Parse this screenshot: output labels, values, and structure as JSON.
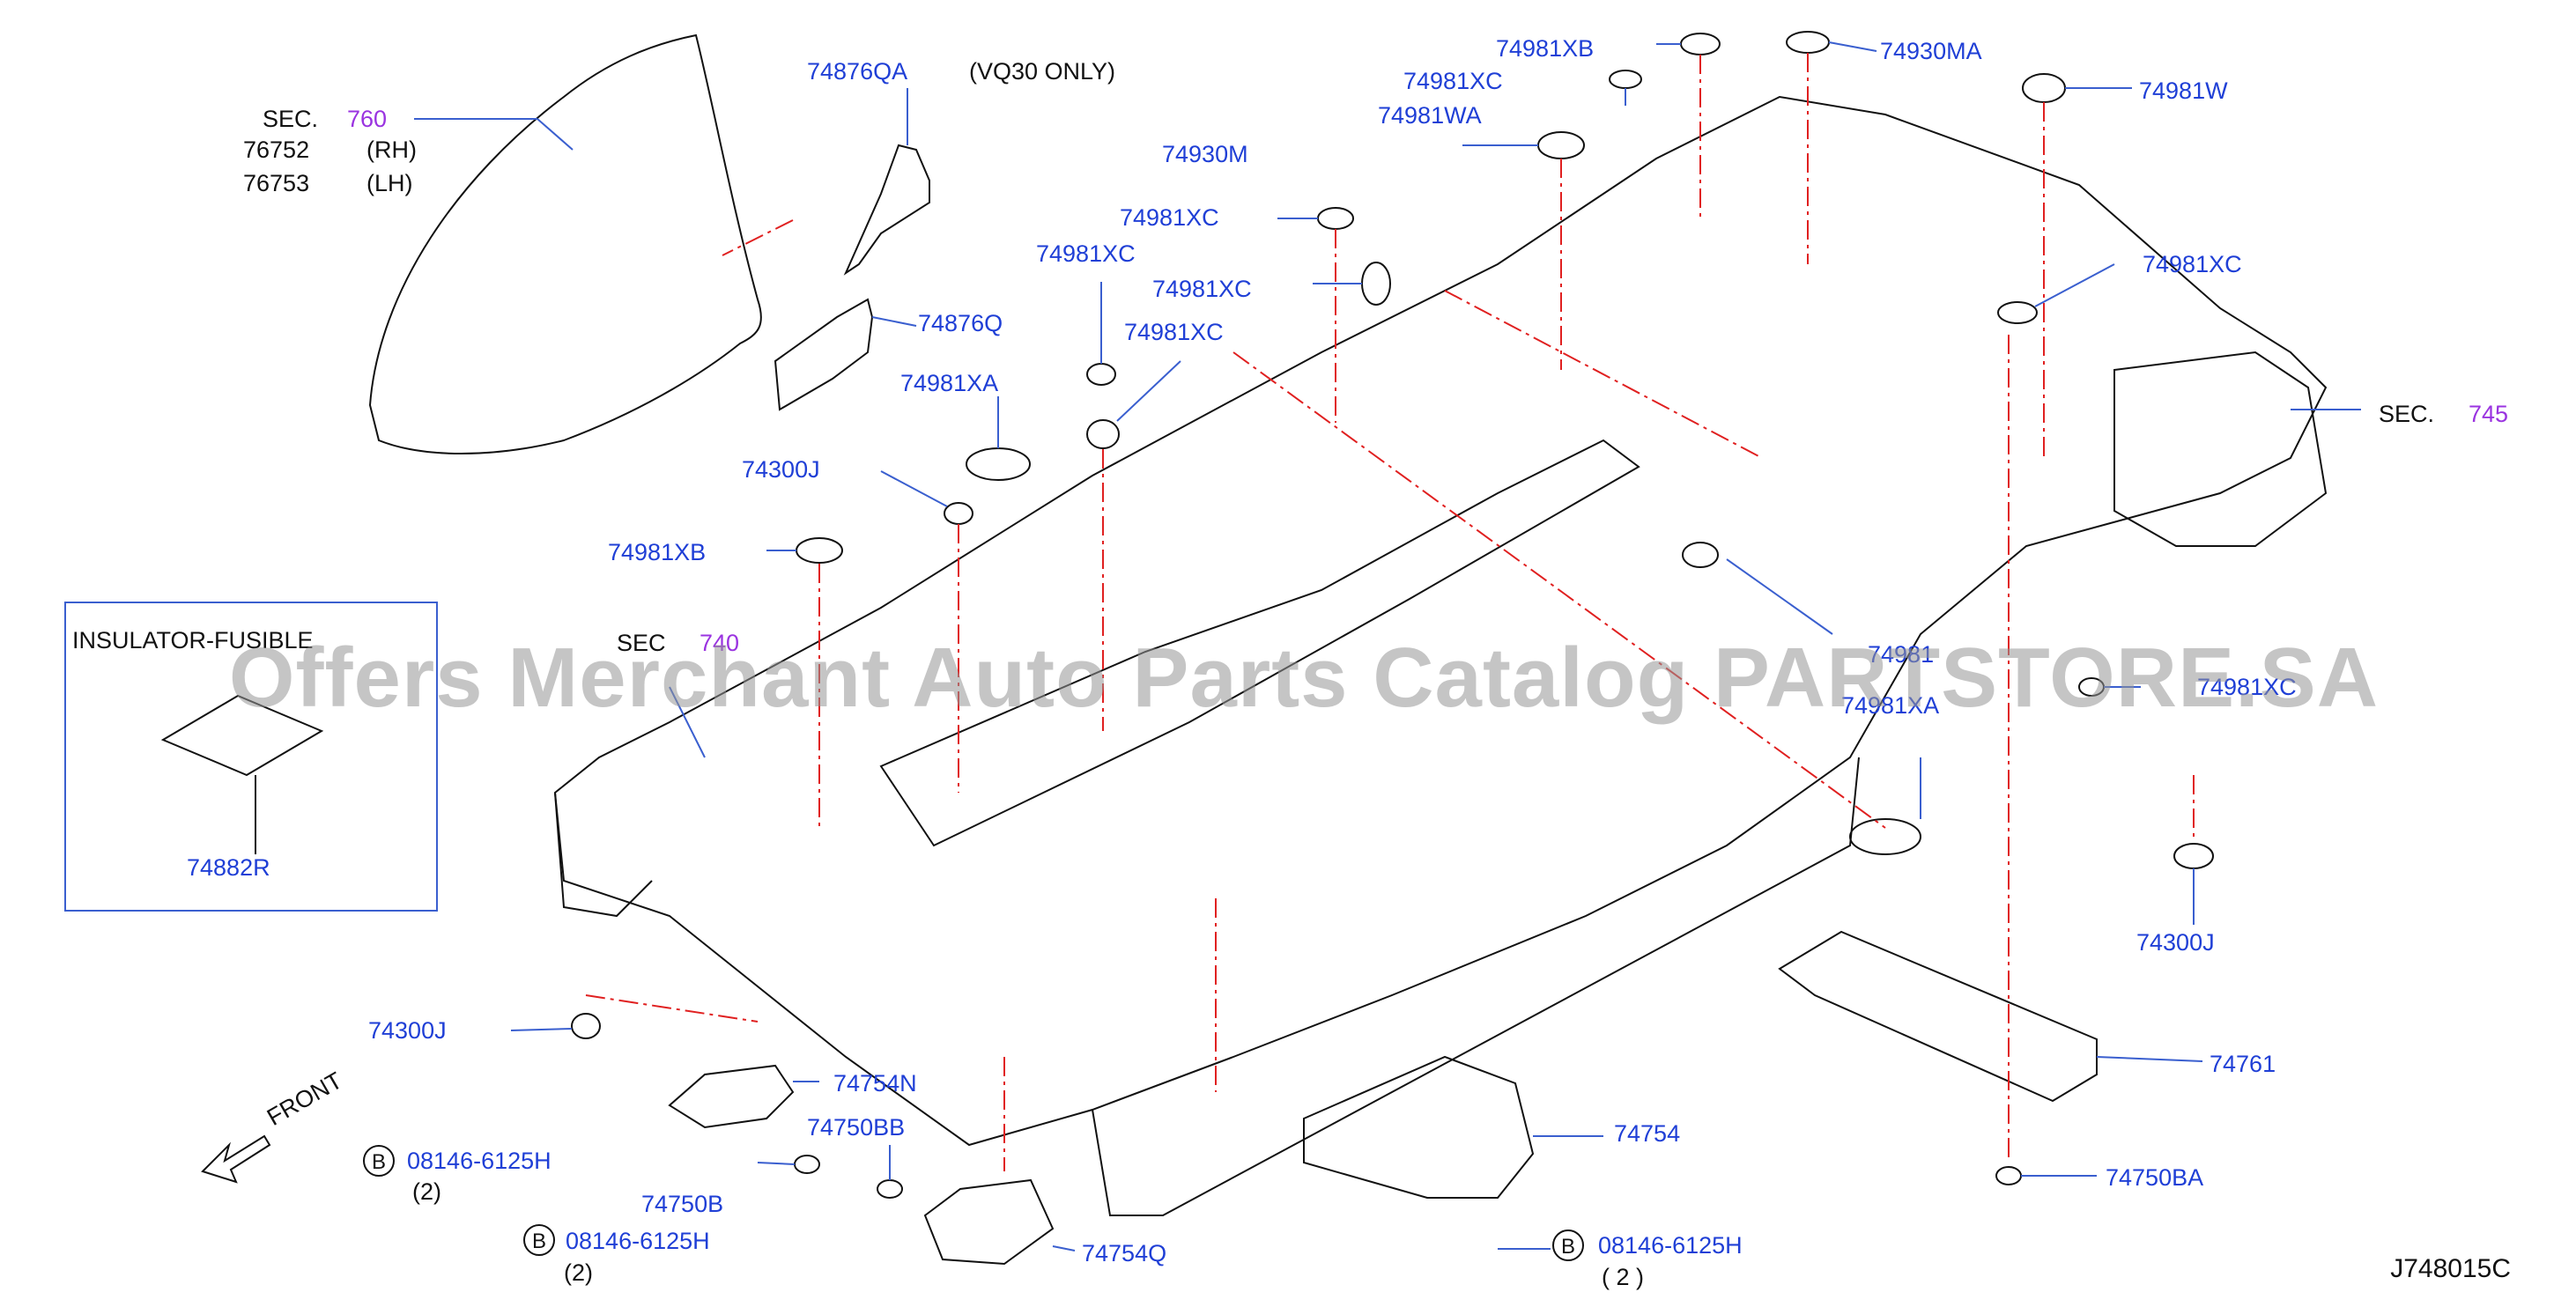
{
  "diagram_id": "J748015C",
  "watermark": "Offers Merchant Auto Parts Catalog PARTSTORE.SA",
  "inset": {
    "title": "INSULATOR-FUSIBLE",
    "part": "74882R"
  },
  "sections": {
    "sec760": {
      "prefix": "SEC.",
      "number": "760",
      "sub": [
        {
          "code": "76752",
          "side": "(RH)"
        },
        {
          "code": "76753",
          "side": "(LH)"
        }
      ]
    },
    "sec740": {
      "prefix": "SEC",
      "number": "740"
    },
    "sec745": {
      "prefix": "SEC.",
      "number": "745"
    }
  },
  "labels": {
    "p74876QA": "74876QA",
    "vq30": "(VQ30   ONLY)",
    "p74876Q": "74876Q",
    "p74981XB_top": "74981XB",
    "p74930MA": "74930MA",
    "p74981W": "74981W",
    "p74981XC_a": "74981XC",
    "p74981WA": "74981WA",
    "p74930M": "74930M",
    "p74981XC_b": "74981XC",
    "p74981XC_c": "74981XC",
    "p74981XC_d": "74981XC",
    "p74981XC_e": "74981XC",
    "p74981XC_right": "74981XC",
    "p74981XA": "74981XA",
    "p74300J_a": "74300J",
    "p74981XB_left": "74981XB",
    "p7498x_mid": "74981",
    "p74981XA_right": "74981XA",
    "p74981XC_far": "74981XC",
    "p74300J_right": "74300J",
    "p74300J_left": "74300J",
    "p74761": "74761",
    "p74754N": "74754N",
    "p74750BB": "74750BB",
    "p74750B": "74750B",
    "p74754": "74754",
    "p74754Q": "74754Q",
    "p74750BA": "74750BA",
    "bolt1": "08146-6125H",
    "bolt1_qty": "(2)",
    "bolt2": "08146-6125H",
    "bolt2_qty": "(2)",
    "bolt3": "08146-6125H",
    "bolt3_qty": "(  2  )",
    "b_mark": "B",
    "front": "FRONT"
  },
  "colors": {
    "part_label": "#1f3fd6",
    "section_number": "#9a33e0",
    "leader": "#3a5fcf",
    "centerline": "#e02020",
    "outline": "#111111"
  }
}
